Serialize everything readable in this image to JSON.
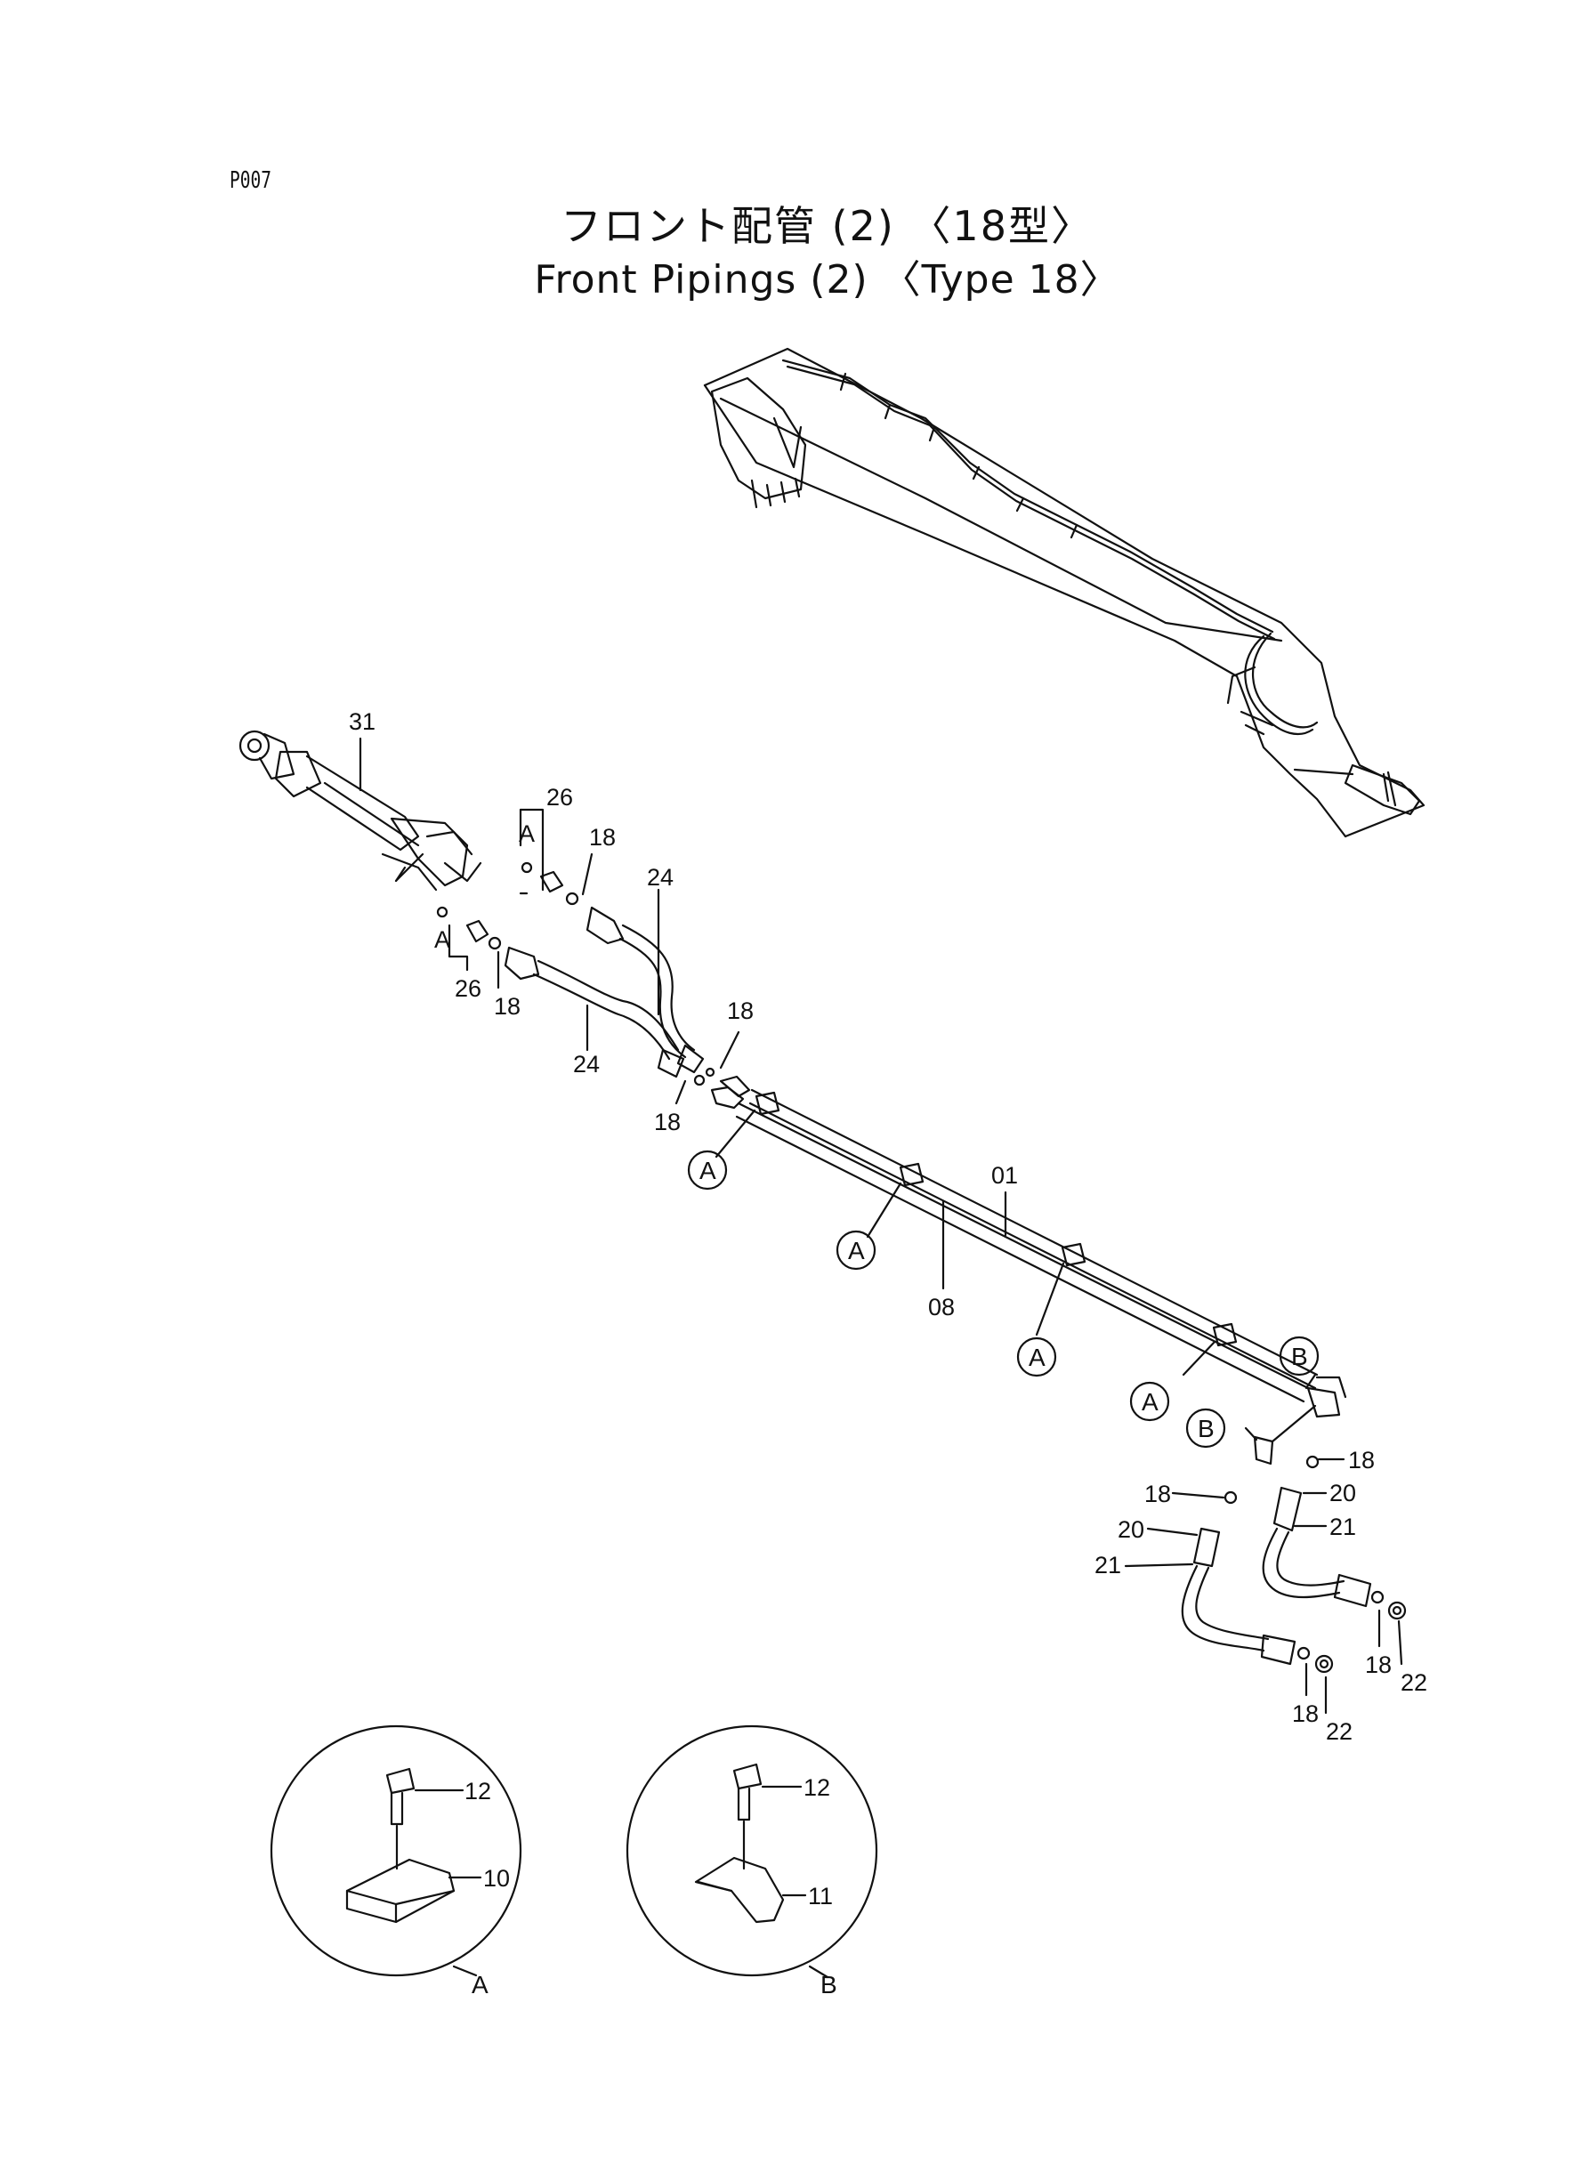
{
  "page_code": "P007",
  "title_jp": "フロント配管 (2) 〈18型〉",
  "title_en": "Front Pipings (2) 〈Type 18〉",
  "labels": {
    "p31": "31",
    "p26a": "26",
    "p26b": "26",
    "p18a": "18",
    "p18b": "18",
    "p18c": "18",
    "p18d": "18",
    "p18e": "18",
    "p18f": "18",
    "p18g": "18",
    "p18h": "18",
    "p24a": "24",
    "p24b": "24",
    "p01": "01",
    "p08": "08",
    "p20a": "20",
    "p20b": "20",
    "p21a": "21",
    "p21b": "21",
    "p22a": "22",
    "p22b": "22",
    "p12a": "12",
    "p12b": "12",
    "p10": "10",
    "p11": "11",
    "ta1": "A",
    "ta2": "A"
  },
  "callouts": {
    "a1": "A",
    "a2": "A",
    "a3": "A",
    "a4": "A",
    "b1": "B",
    "b2": "B"
  },
  "details": {
    "detail_a": "A",
    "detail_b": "B"
  }
}
